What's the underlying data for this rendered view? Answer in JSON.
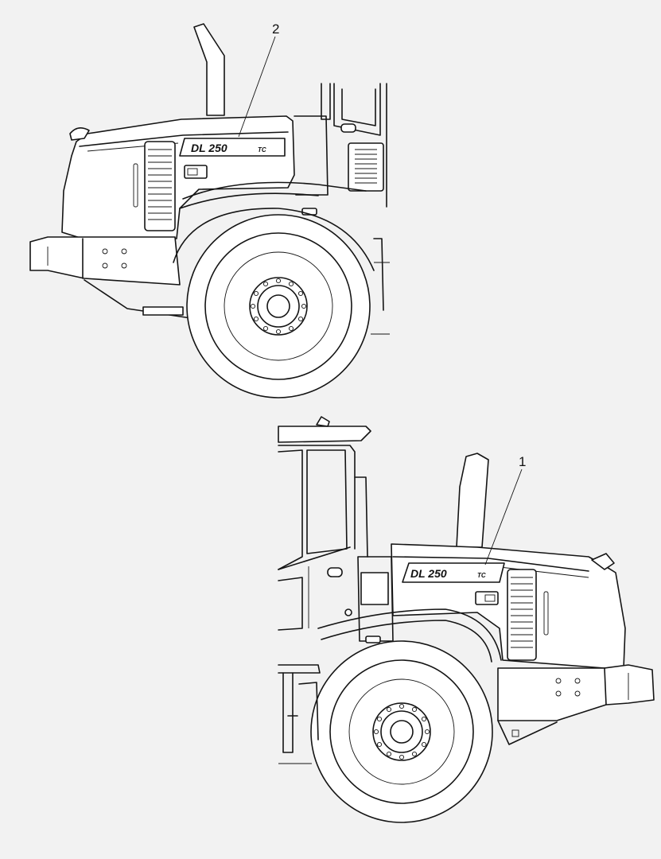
{
  "callouts": [
    {
      "label": "2",
      "item": "right-side-model-decal"
    },
    {
      "label": "1",
      "item": "left-side-model-decal"
    }
  ],
  "decal": {
    "model_main": "DL 250",
    "model_suffix": "TC"
  },
  "colors": {
    "background": "#f2f2f2",
    "linework": "#141414"
  }
}
